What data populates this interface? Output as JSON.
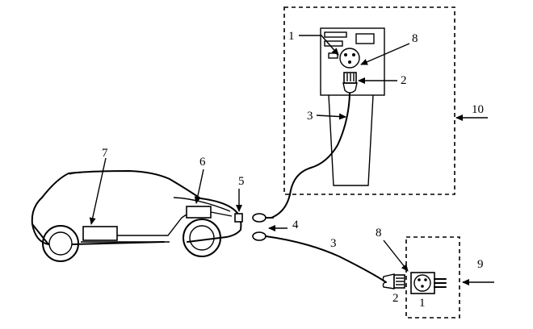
{
  "labels": {
    "socket_top": "1",
    "plug_top": "2",
    "cable_top": "3",
    "plug_ends": "4",
    "vehicle_inlet": "5",
    "charger_onboard": "6",
    "battery": "7",
    "socket_label_top": "8",
    "portable_box": "9",
    "station_box": "10",
    "cable_bottom": "3",
    "socket_label_bottom": "8",
    "plug_bottom": "2",
    "socket_bottom": "1"
  },
  "colors": {
    "line": "#000000",
    "background": "#ffffff"
  }
}
